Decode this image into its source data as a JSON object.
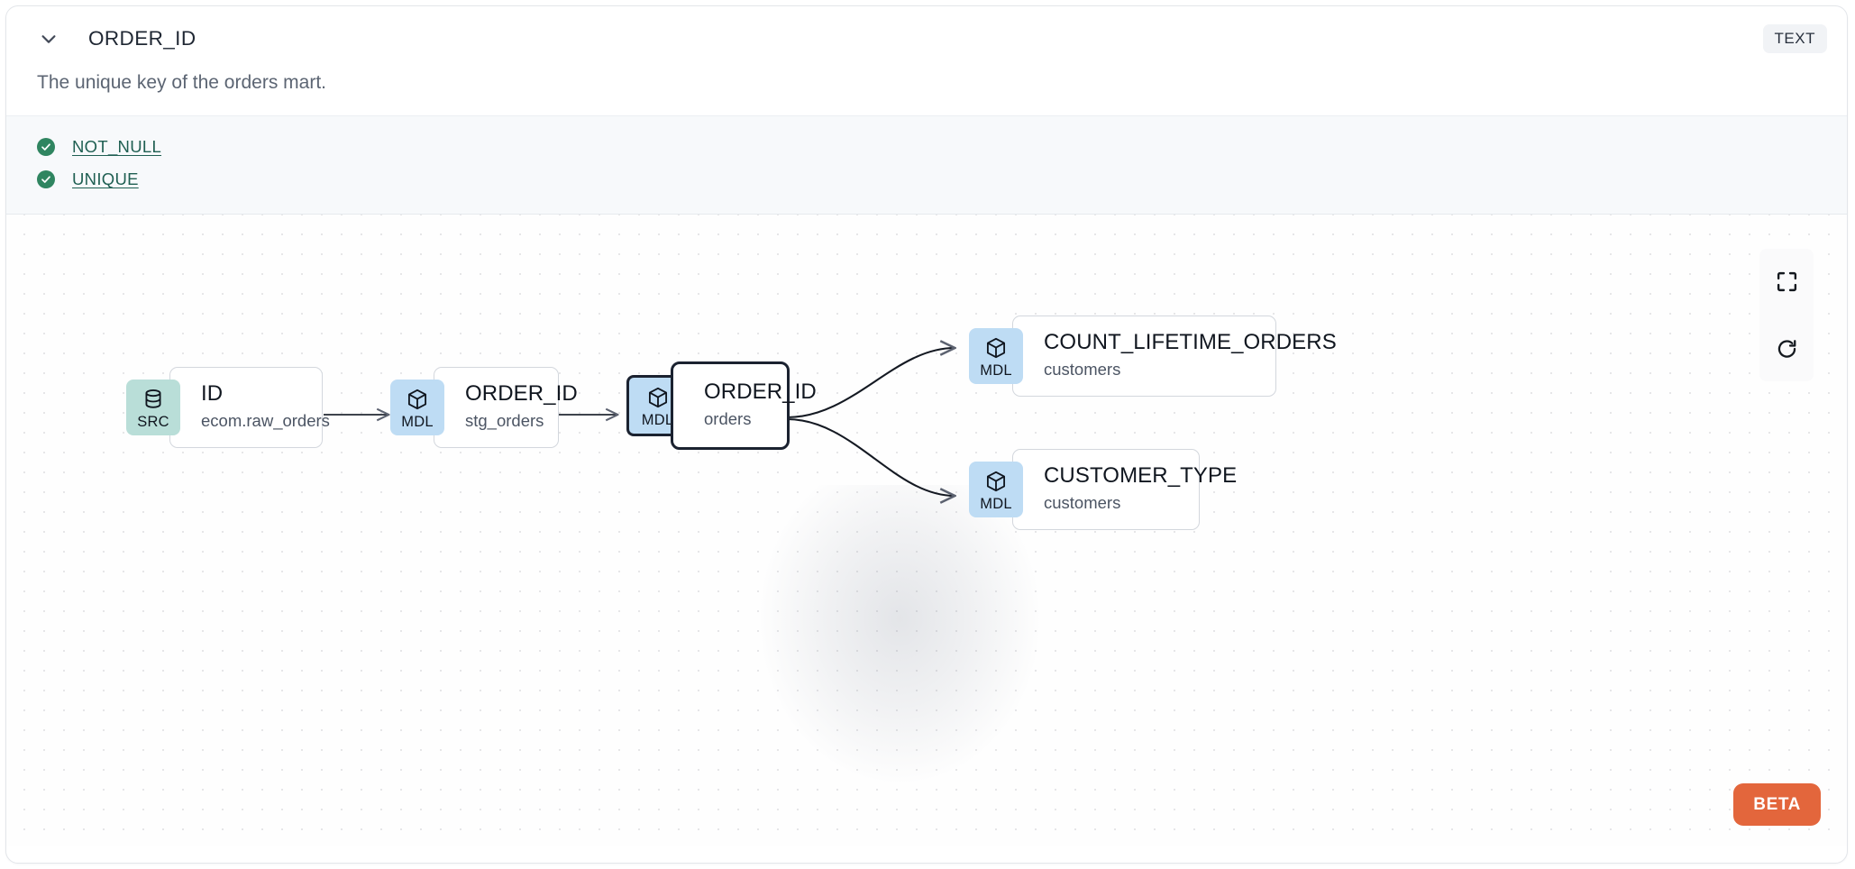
{
  "header": {
    "chevron_icon": "chevron-down-icon",
    "title": "ORDER_ID",
    "type_badge": "TEXT"
  },
  "description": "The unique key of the orders mart.",
  "tests": [
    {
      "status_icon": "check-circle-icon",
      "label": "NOT_NULL"
    },
    {
      "status_icon": "check-circle-icon",
      "label": "UNIQUE"
    }
  ],
  "lineage": {
    "nodes": [
      {
        "kind": "SRC",
        "kind_icon": "database-icon",
        "title": "ID",
        "subtitle": "ecom.raw_orders",
        "selected": false
      },
      {
        "kind": "MDL",
        "kind_icon": "cube-icon",
        "title": "ORDER_ID",
        "subtitle": "stg_orders",
        "selected": false
      },
      {
        "kind": "MDL",
        "kind_icon": "cube-icon",
        "title": "ORDER_ID",
        "subtitle": "orders",
        "selected": true
      },
      {
        "kind": "MDL",
        "kind_icon": "cube-icon",
        "title": "COUNT_LIFETIME_ORDERS",
        "subtitle": "customers",
        "selected": false
      },
      {
        "kind": "MDL",
        "kind_icon": "cube-icon",
        "title": "CUSTOMER_TYPE",
        "subtitle": "customers",
        "selected": false
      }
    ],
    "controls": [
      {
        "icon": "fit-view-icon",
        "name": "fit-view-button"
      },
      {
        "icon": "refresh-icon",
        "name": "reset-button"
      }
    ]
  },
  "beta_badge": "BETA",
  "colors": {
    "src_badge": "#b9ded8",
    "mdl_badge": "#bedcf4",
    "test_pass": "#2f8560",
    "test_link": "#1f5f52",
    "beta": "#e3663c",
    "selected_border": "#1b2230"
  }
}
